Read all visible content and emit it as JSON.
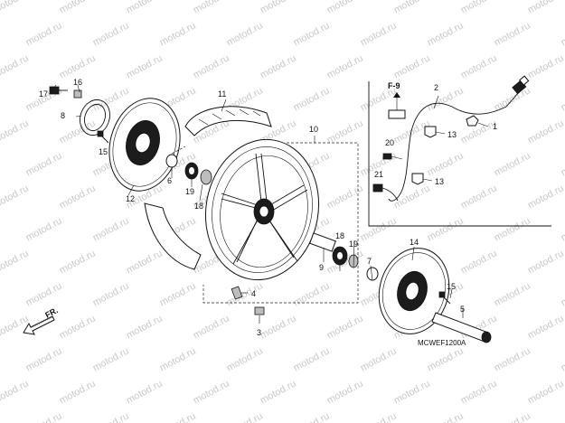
{
  "watermark": "motod.ru",
  "diagram_code": "MCWEF1200A",
  "front_indicator": "FR.",
  "section_ref": "F-9",
  "callouts": {
    "c1": "1",
    "c2": "2",
    "c3": "3",
    "c4": "4",
    "c5": "5",
    "c6": "6",
    "c7": "7",
    "c8": "8",
    "c9": "9",
    "c10": "10",
    "c11": "11",
    "c12": "12",
    "c13a": "13",
    "c13b": "13",
    "c14": "14",
    "c15a": "15",
    "c15b": "15",
    "c16": "16",
    "c17": "17",
    "c18a": "18",
    "c18b": "18",
    "c19a": "19",
    "c19b": "19",
    "c20": "20",
    "c21": "21"
  }
}
